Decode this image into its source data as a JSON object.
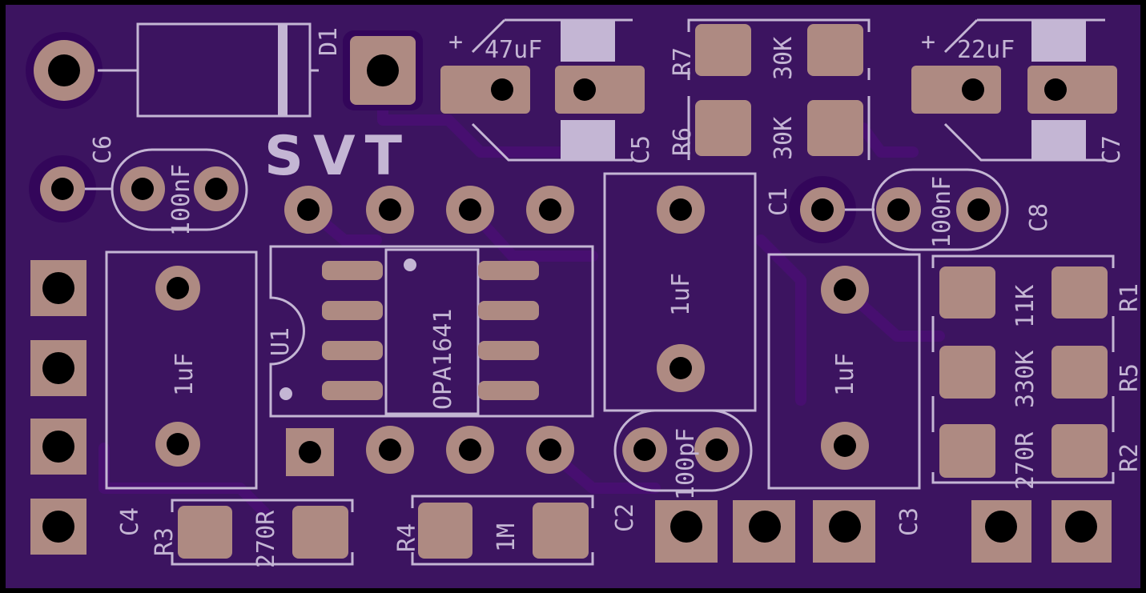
{
  "board": {
    "logo_text": "SVT",
    "colors": {
      "board": "#3c1460",
      "copper_pad": "#ae8a82",
      "silkscreen": "#c4b6d4",
      "clearance": "#33065a"
    }
  },
  "components": {
    "D1": {
      "ref": "D1"
    },
    "C5": {
      "ref": "C5",
      "value": "47uF",
      "polarity": "+"
    },
    "C7": {
      "ref": "C7",
      "value": "22uF",
      "polarity": "+"
    },
    "R7": {
      "ref": "R7",
      "value": "30K"
    },
    "R6": {
      "ref": "R6",
      "value": "30K"
    },
    "C6": {
      "ref": "C6",
      "value": "100nF"
    },
    "C8": {
      "ref": "C8",
      "value": "100nF"
    },
    "C1": {
      "ref": "C1",
      "value": "1uF"
    },
    "C4": {
      "ref": "C4",
      "value": "1uF"
    },
    "C3": {
      "ref": "C3",
      "value": "1uF"
    },
    "C2": {
      "ref": "C2",
      "value": "100pF"
    },
    "U1": {
      "ref": "U1",
      "value": "OPA1641"
    },
    "R1": {
      "ref": "R1",
      "value": "11K"
    },
    "R5": {
      "ref": "R5",
      "value": "330K"
    },
    "R2": {
      "ref": "R2",
      "value": "270R"
    },
    "R3": {
      "ref": "R3",
      "value": "270R"
    },
    "R4": {
      "ref": "R4",
      "value": "1M"
    }
  }
}
